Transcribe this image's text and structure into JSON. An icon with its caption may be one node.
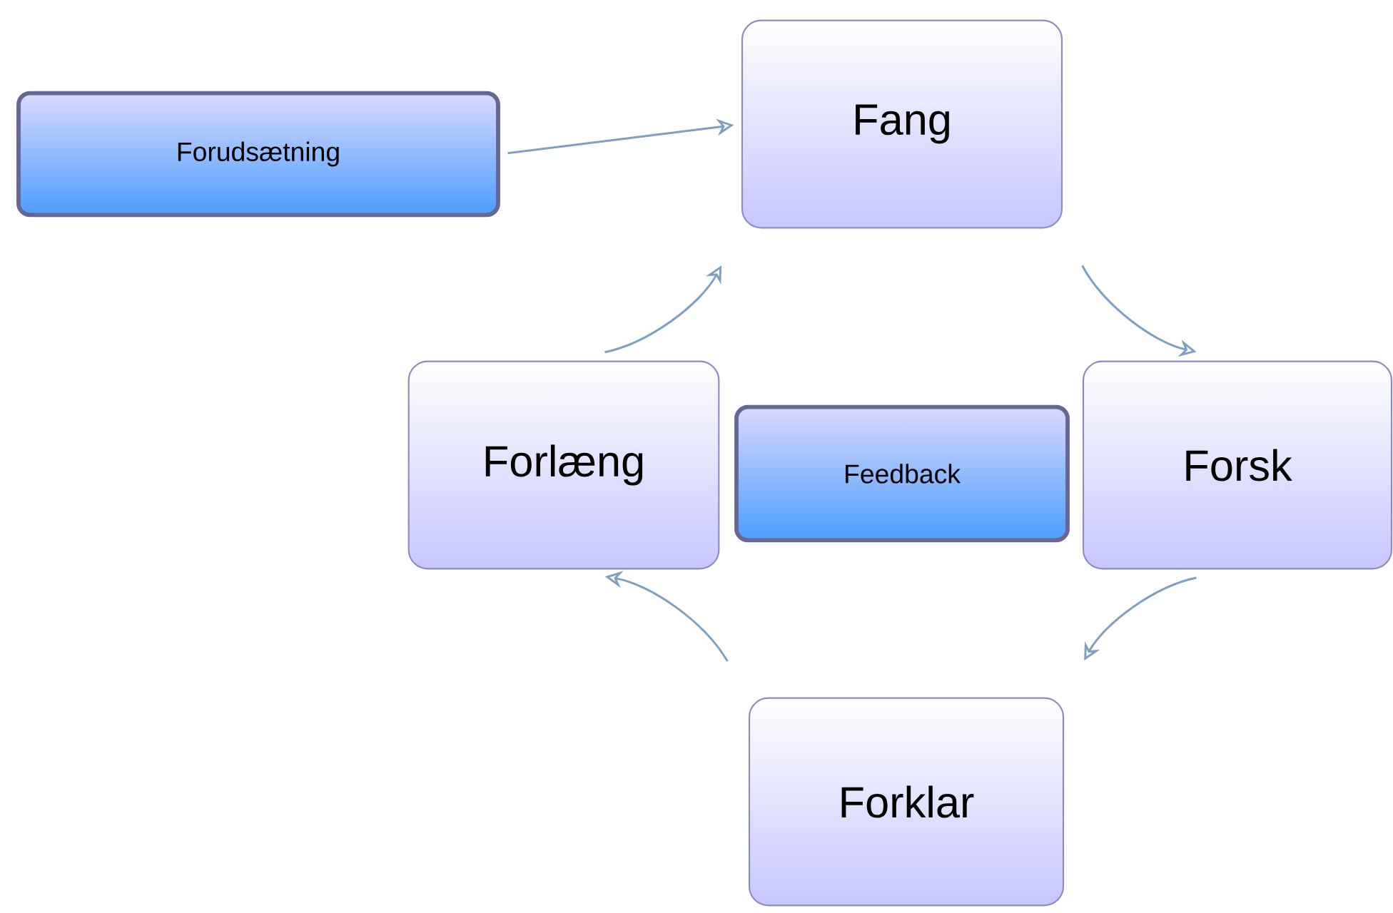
{
  "diagram": {
    "nodes": [
      {
        "text": [
          "Forudsætning"
        ]
      },
      {
        "text": [
          "Fang"
        ]
      },
      {
        "text": [
          "Forlæng"
        ]
      },
      {
        "text": [
          "Feedback"
        ]
      },
      {
        "text": [
          "Forsk"
        ]
      },
      {
        "text": [
          "Forklar"
        ]
      }
    ],
    "edges": [
      {
        "from": 0,
        "to": 1,
        "arrow": "to"
      },
      {
        "from": 1,
        "to": 4,
        "arrow": "to"
      },
      {
        "from": 4,
        "to": 5,
        "arrow": "to"
      },
      {
        "from": 5,
        "to": 2,
        "arrow": "to"
      },
      {
        "from": 2,
        "to": 1,
        "arrow": "to"
      }
    ]
  }
}
